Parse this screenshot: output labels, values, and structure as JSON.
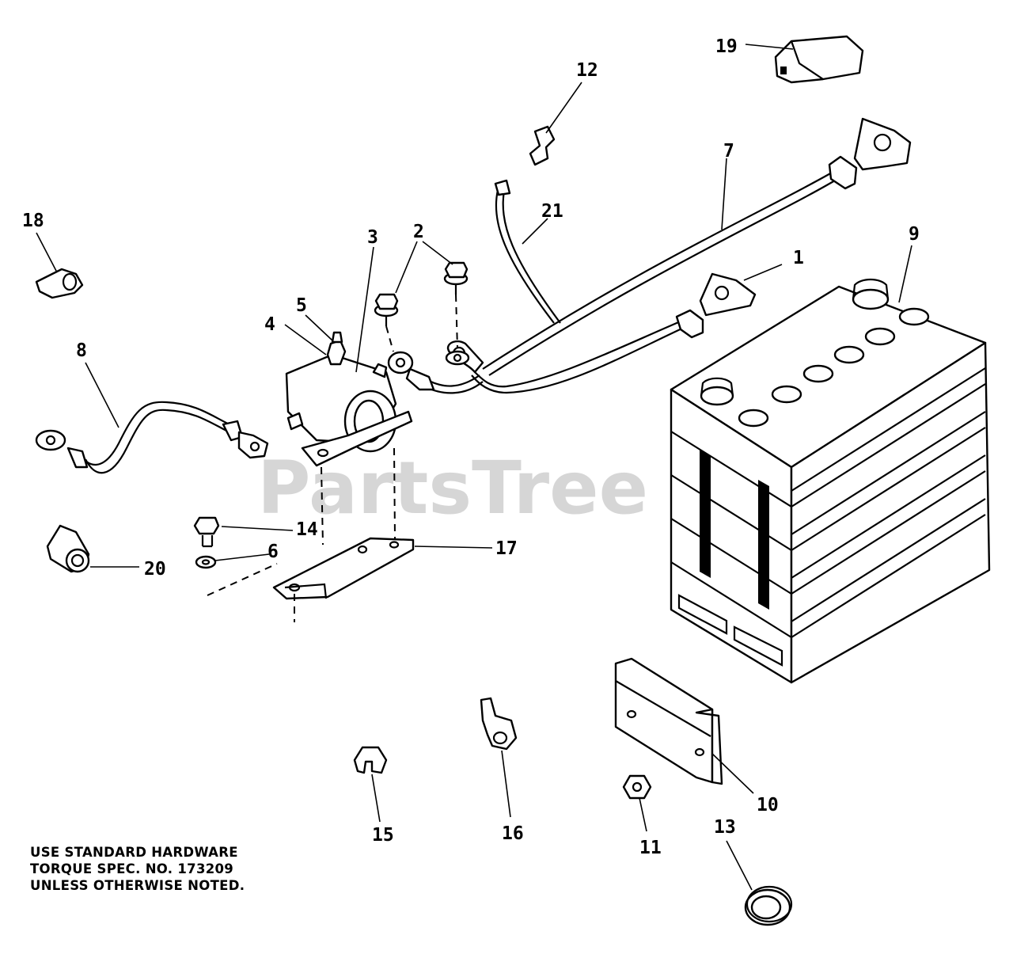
{
  "watermark": "PartsTree",
  "callouts": [
    "1",
    "2",
    "3",
    "4",
    "5",
    "6",
    "7",
    "8",
    "9",
    "10",
    "11",
    "12",
    "13",
    "14",
    "15",
    "16",
    "17",
    "18",
    "19",
    "20",
    "21"
  ],
  "note": {
    "line1": "USE STANDARD HARDWARE",
    "line2": "TORQUE SPEC. NO. 173209",
    "line3": "UNLESS OTHERWISE NOTED."
  },
  "watermark_color": "#cfcfcf"
}
